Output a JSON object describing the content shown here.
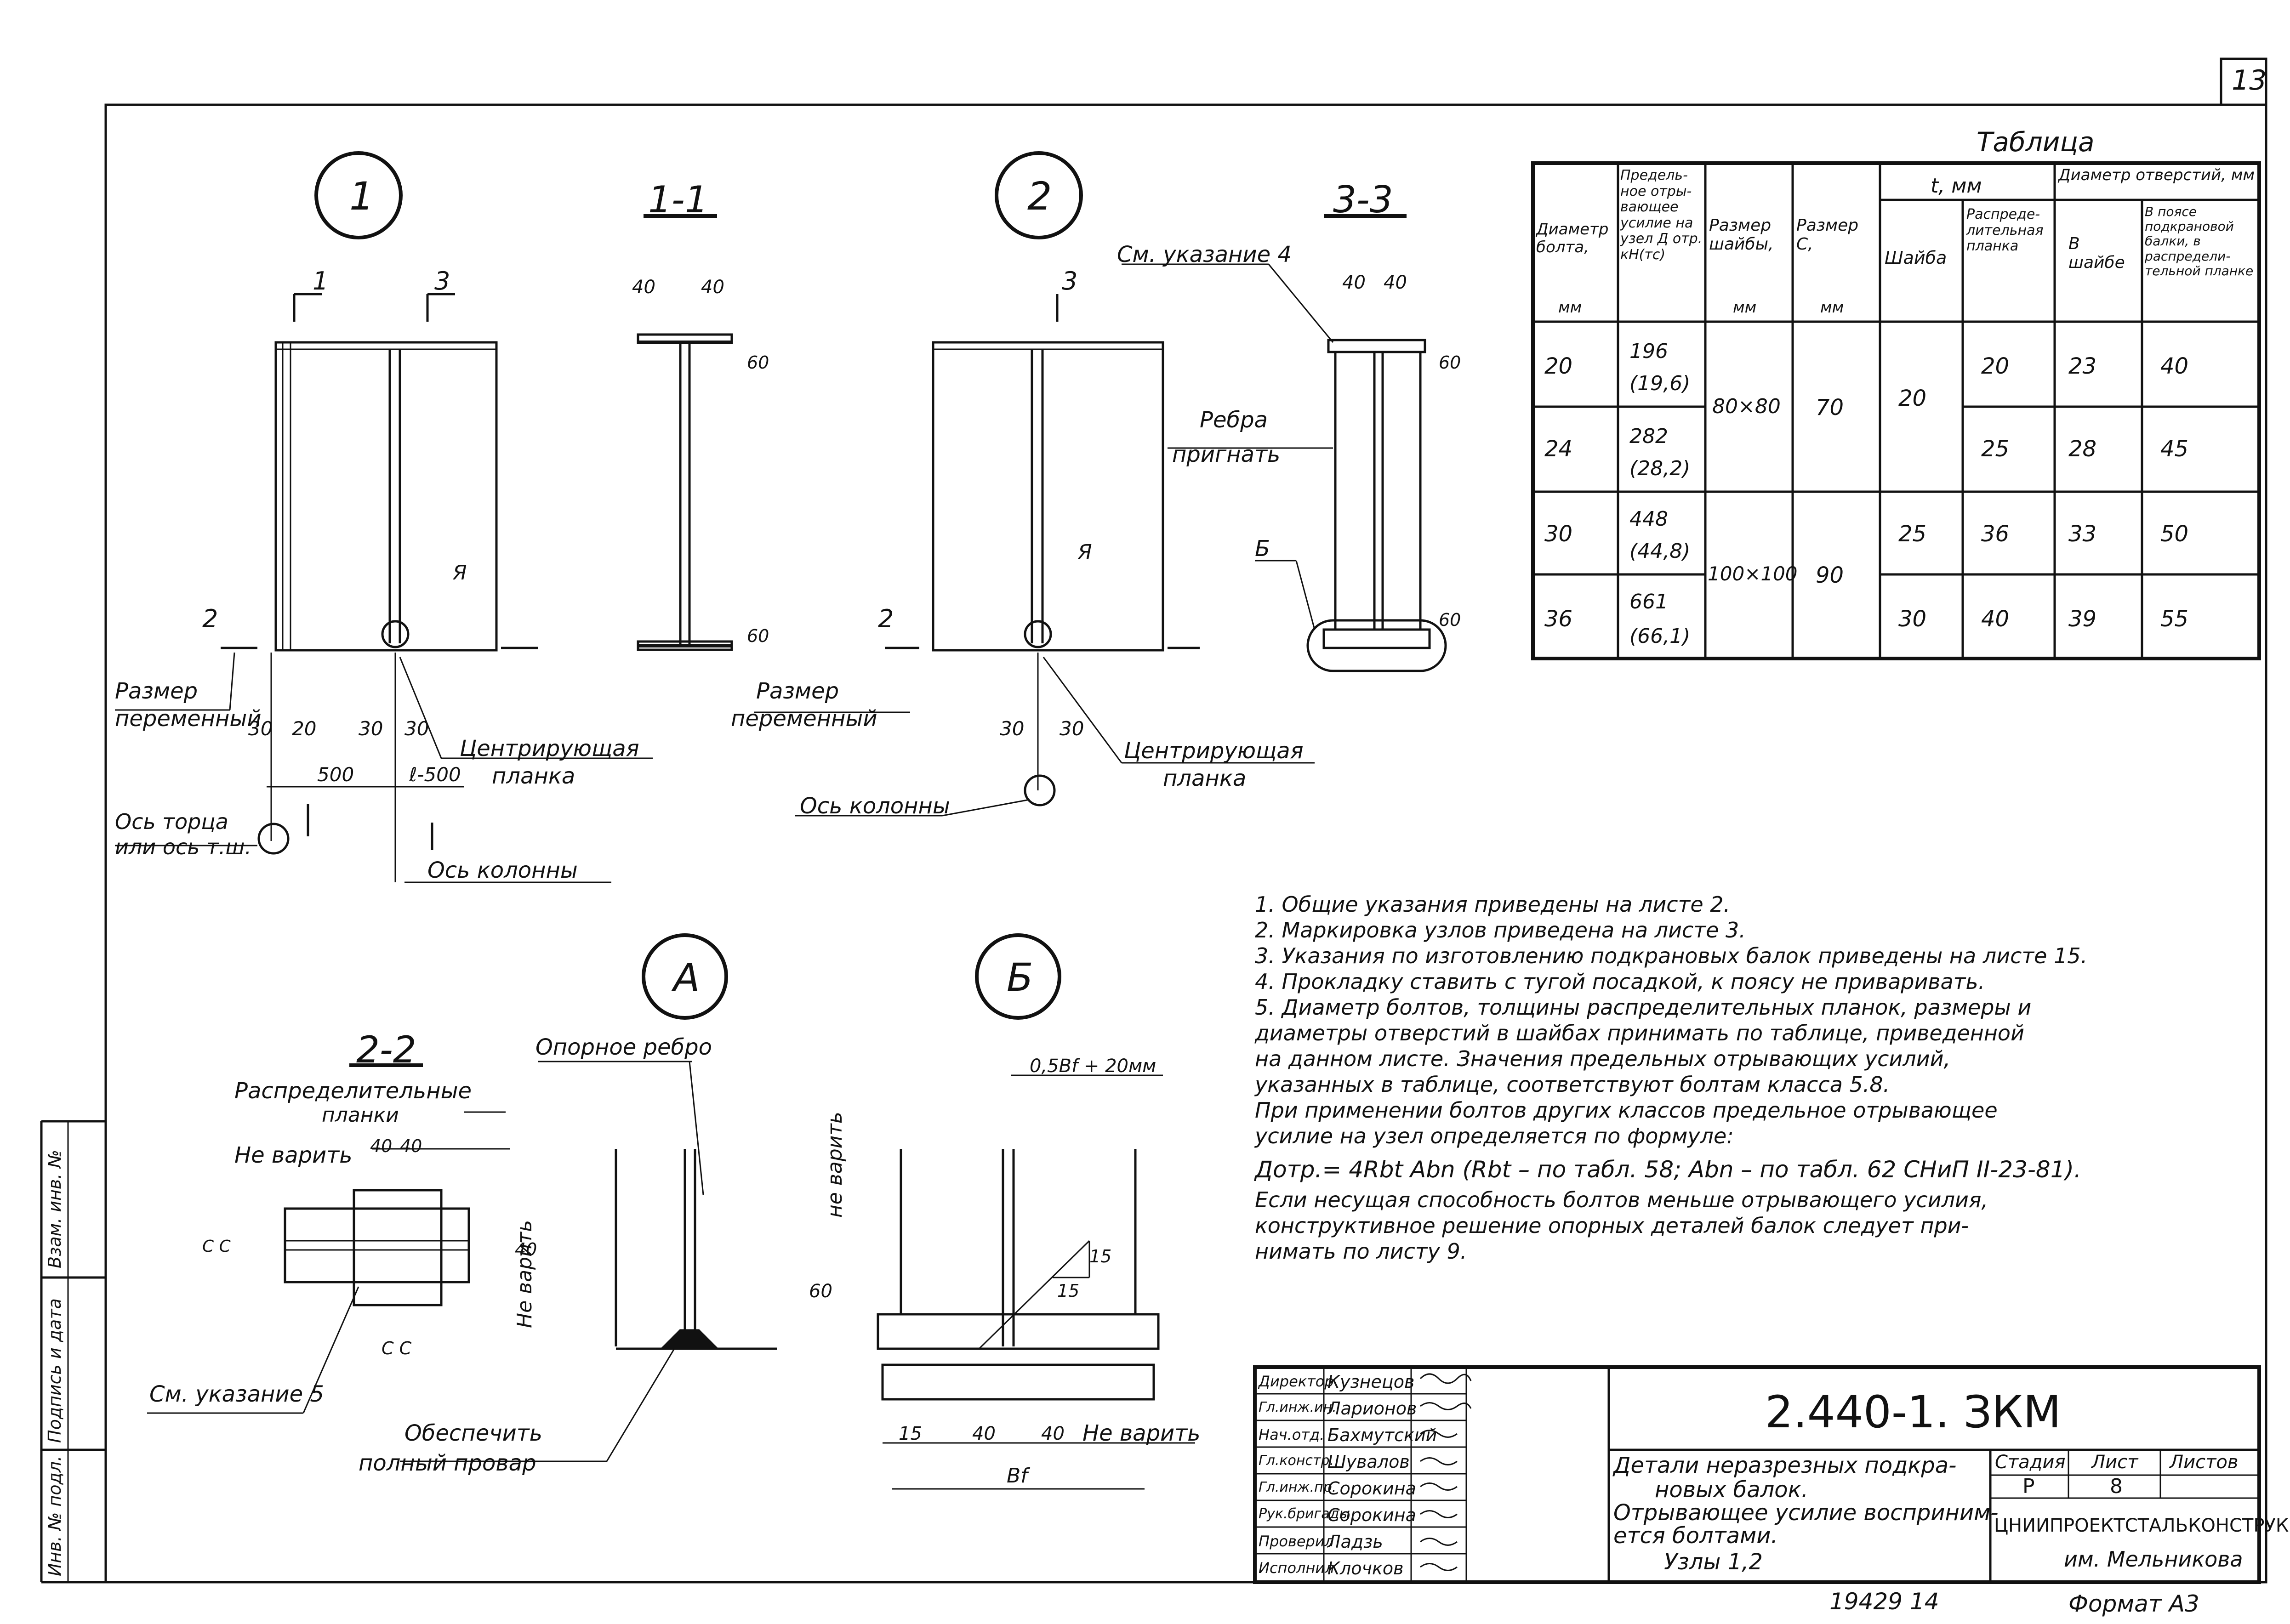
{
  "sheet_number": "13",
  "views": {
    "node1": "1",
    "node2": "2",
    "nodeA": "А",
    "nodeB": "Б",
    "sec11": "1-1",
    "sec33": "3-3",
    "sec22": "2-2",
    "mark1": "1",
    "mark3": "3",
    "mark2": "2"
  },
  "labels": {
    "razmer1": "Размер",
    "peremenny1": "переменный",
    "razmer2": "Размер",
    "peremenny2": "переменный",
    "centr1": "Центрирующая",
    "planka1": "планка",
    "centr2": "Центрирующая",
    "planka2": "планка",
    "os_torca": "Ось торца",
    "ili_os": "или ось т.ш.",
    "os_kol1": "Ось колонны",
    "os_kol2": "Ось колонны",
    "sm_ukaz4": "См. указание 4",
    "rebra": "Ребра",
    "prignat": "пригнать",
    "ya": "Я",
    "ya2": "Я",
    "b_mark": "Б",
    "raspred": "Распределительные",
    "planki": "планки",
    "ne_varit1": "Не варить",
    "ne_varit2": "Не варить",
    "ne_varit3": "не варить",
    "ne_varit4": "Не варить",
    "sm_ukaz5": "См. указание 5",
    "opornoe": "Опорное ребро",
    "obesp": "Обеспечить",
    "polny": "полный провар",
    "bf_formula": "0,5Bf + 20мм",
    "bf": "Bf"
  },
  "dims": {
    "d40a": "40",
    "d40b": "40",
    "d60a": "60",
    "d60b": "60",
    "d40c": "40",
    "d40d": "40",
    "d60c": "60",
    "d60d": "60",
    "d30a": "30",
    "d20a": "20",
    "d30b": "30",
    "d30c": "30",
    "d500": "500",
    "dl500": "ℓ-500",
    "d30d": "30",
    "d30e": "30",
    "d40e": "40",
    "d40f": "40",
    "d40g": "40",
    "cc1": "С С",
    "cc2": "С С",
    "d60e": "60",
    "d15a": "15",
    "d15b": "15",
    "d15c": "15",
    "d40h": "40",
    "d40i": "40"
  },
  "table": {
    "title": "Таблица",
    "headers": {
      "diam": "Диаметр болта,",
      "diam_mm": "мм",
      "usil": "Предель- ное отры- вающее усилие на узел Д отр. кН(тс)",
      "shayba": "Размер шайбы,",
      "shayba_mm": "мм",
      "c": "Размер С,",
      "c_mm": "мм",
      "t": "t, мм",
      "t_sh": "Шайба",
      "t_pl": "Распреде- лительная планка",
      "otv": "Диаметр отверстий, мм",
      "otv_sh": "В шайбе",
      "otv_pl": "В поясе подкрановой балки, в распредели- тельной планке"
    },
    "rows": [
      {
        "d": "20",
        "f1": "196",
        "f2": "(19,6)",
        "pl": "20",
        "osh": "23",
        "opl": "40"
      },
      {
        "d": "24",
        "f1": "282",
        "f2": "(28,2)",
        "pl": "25",
        "osh": "28",
        "opl": "45"
      },
      {
        "d": "30",
        "f1": "448",
        "f2": "(44,8)",
        "pl": "36",
        "osh": "33",
        "opl": "50"
      },
      {
        "d": "36",
        "f1": "661",
        "f2": "(66,1)",
        "pl": "40",
        "osh": "39",
        "opl": "55"
      }
    ],
    "merged": {
      "sh1": "80×80",
      "c1": "70",
      "sh2": "100×100",
      "c2": "90",
      "tsh1": "20",
      "tsh2": "25",
      "tsh3": "30"
    }
  },
  "notes": [
    "1.  Общие указания приведены на листе 2.",
    "2.  Маркировка узлов приведена на листе 3.",
    "3.  Указания по изготовлению подкрановых балок приведены на листе 15.",
    "4.  Прокладку ставить с тугой посадкой, к поясу не приваривать.",
    "5.  Диаметр болтов, толщины распределительных планок, размеры и",
    "     диаметры отверстий в шайбах принимать по таблице, приведенной",
    "     на данном листе. Значения предельных отрывающих усилий,",
    "     указанных в таблице, соответствуют болтам класса 5.8.",
    "     При применении болтов других классов предельное отрывающее",
    "     усилие на узел определяется по формуле:",
    "     Дотр.= 4Rbt Abn (Rbt – по табл. 58; Abn – по табл. 62 СНиП II-23-81).",
    "     Если несущая способность болтов меньше отрывающего усилия,",
    "     конструктивное решение опорных деталей балок следует при-",
    "     нимать по листу 9."
  ],
  "stamp": {
    "roles": [
      "Директор",
      "Гл.инж.ин.",
      "Нач.отд.",
      "Гл.констр.",
      "Гл.инж.пр.",
      "Рук.бригады",
      "Проверил",
      "Исполнил"
    ],
    "names": [
      "Кузнецов",
      "Ларионов",
      "Бахмутский",
      "Шувалов",
      "Сорокина",
      "Сорокина",
      "Ладзь",
      "Клочков"
    ],
    "code": "2.440-1. ЗКМ",
    "title1": "Детали неразрезных подкра-",
    "title2": "новых балок.",
    "title3": "Отрывающее усилие восприним-",
    "title4": "ется болтами.",
    "title5": "Узлы 1,2",
    "stage_h": "Стадия",
    "sheet_h": "Лист",
    "sheets_h": "Листов",
    "stage": "Р",
    "sheet": "8",
    "org1": "ЦНИИПРОЕКТСТАЛЬКОНСТРУКЦИЯ",
    "org2": "им. Мельникова"
  },
  "side": [
    "Взам. инв. №",
    "Подпись и дата",
    "Инв. № подл."
  ],
  "footer": {
    "num": "19429 14",
    "format": "Формат А3"
  }
}
